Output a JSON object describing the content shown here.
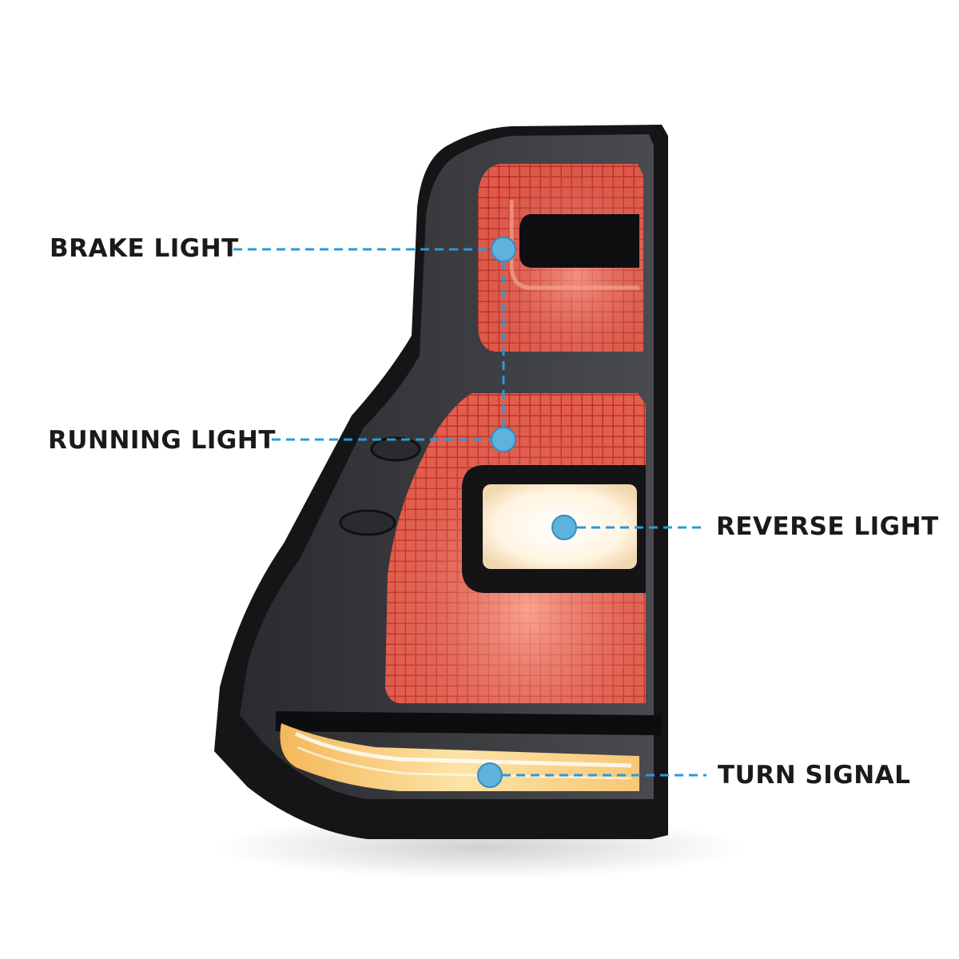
{
  "callouts": [
    {
      "id": "brake",
      "label": "BRAKE LIGHT"
    },
    {
      "id": "running",
      "label": "RUNNING LIGHT"
    },
    {
      "id": "reverse",
      "label": "REVERSE LIGHT"
    },
    {
      "id": "turn",
      "label": "TURN SIGNAL"
    }
  ],
  "colors": {
    "marker": "#5fb2dc",
    "marker_ring": "#2f8fc4",
    "leader_line": "#2a9ad6",
    "label_text": "#1a1a1a",
    "housing": "#1c1c1f",
    "smoked_lens": "#3a3b3e",
    "red_lens": "#c8322a",
    "reverse_glow": "#fff6e6",
    "amber_glow": "#f5c76a"
  }
}
